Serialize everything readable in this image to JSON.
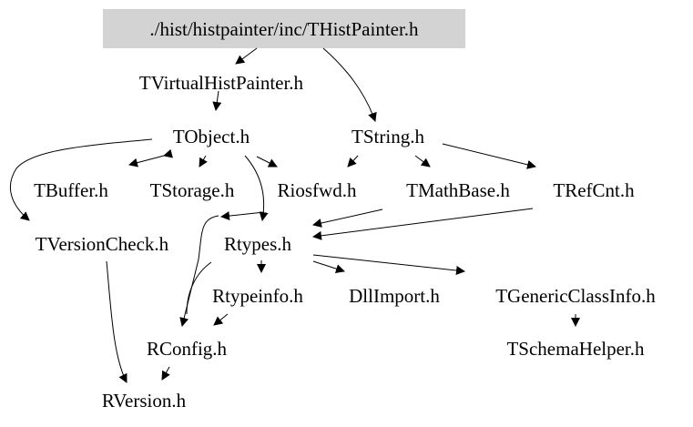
{
  "graph": {
    "root": "./hist/histpainter/inc/THistPainter.h",
    "root_fill": "#d3d3d3",
    "nodes": {
      "tvirtualhistpainter": "TVirtualHistPainter.h",
      "tobject": "TObject.h",
      "tstring": "TString.h",
      "tbuffer": "TBuffer.h",
      "tstorage": "TStorage.h",
      "riosfwd": "Riosfwd.h",
      "tmathbase": "TMathBase.h",
      "trefcnt": "TRefCnt.h",
      "tversioncheck": "TVersionCheck.h",
      "rtypes": "Rtypes.h",
      "rtypeinfo": "Rtypeinfo.h",
      "dllimport": "DllImport.h",
      "tgenericclassinfo": "TGenericClassInfo.h",
      "rconfig": "RConfig.h",
      "tschemahelper": "TSchemaHelper.h",
      "rversion": "RVersion.h"
    }
  }
}
